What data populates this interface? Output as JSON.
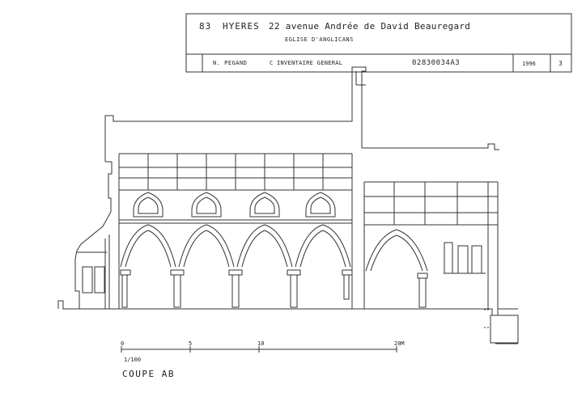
{
  "title_block": {
    "department": "83",
    "city": "HYERES",
    "address": "22 avenue Andrée de David Beauregard",
    "building": "EGLISE D'ANGLICANS",
    "author": "N. PEGAND",
    "service": "C  INVENTAIRE GENERAL",
    "reference": "02830034A3",
    "year": "1996",
    "sheet": "3"
  },
  "scale_bar": {
    "label_0": "0",
    "label_5": "5",
    "label_10": "10",
    "label_20": "20M",
    "ratio": "1/100"
  },
  "drawing_title": "COUPE AB"
}
